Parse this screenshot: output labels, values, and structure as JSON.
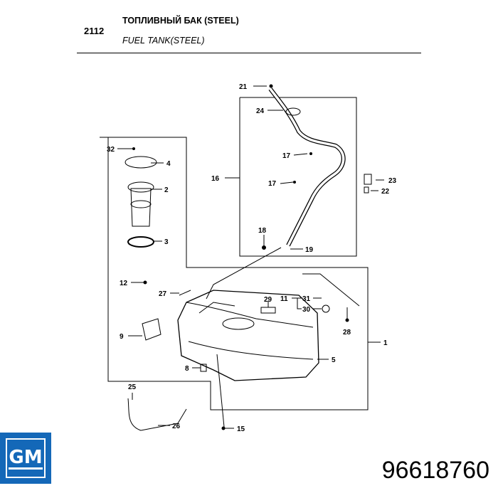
{
  "header": {
    "code": "2112",
    "title_ru": "ТОПЛИВНЫЙ БАК (STEEL)",
    "title_en": "FUEL TANK(STEEL)"
  },
  "logo": {
    "text": "GM",
    "color": "#1468b8"
  },
  "part_number": "96618760",
  "callouts": [
    "21",
    "24",
    "17",
    "16",
    "17",
    "23",
    "22",
    "18",
    "19",
    "32",
    "4",
    "2",
    "3",
    "12",
    "27",
    "29",
    "11",
    "31",
    "30",
    "28",
    "1",
    "9",
    "5",
    "8",
    "25",
    "26",
    "15"
  ]
}
